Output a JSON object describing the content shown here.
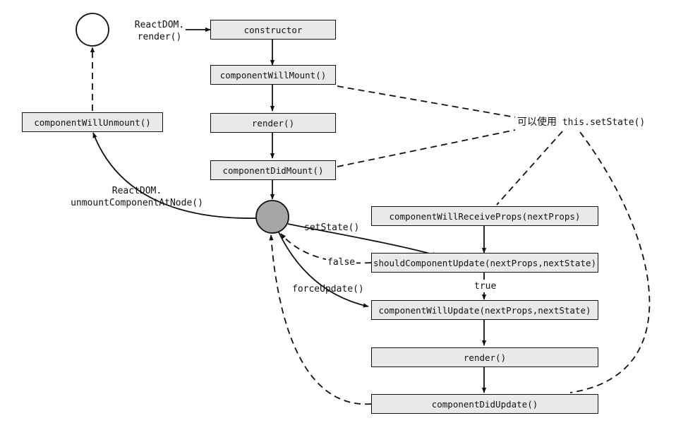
{
  "boxes": {
    "constructor": "constructor",
    "will_mount": "componentWillMount()",
    "render_mount": "render()",
    "did_mount": "componentDidMount()",
    "will_unmount": "componentWillUnmount()",
    "will_receive_props": "componentWillReceiveProps(nextProps)",
    "should_update": "shouldComponentUpdate(nextProps,nextState)",
    "will_update": "componentWillUpdate(nextProps,nextState)",
    "render_update": "render()",
    "did_update": "componentDidUpdate()"
  },
  "labels": {
    "reactdom_render_line1": "ReactDOM.",
    "reactdom_render_line2": "render()",
    "unmount_line1": "ReactDOM.",
    "unmount_line2": "unmountComponentAtNode()",
    "set_state": "setState()",
    "false": "false",
    "true": "true",
    "force_update": "forceUpdate()",
    "can_use_prefix": "可以使用",
    "can_use_code": "this.setState()"
  }
}
